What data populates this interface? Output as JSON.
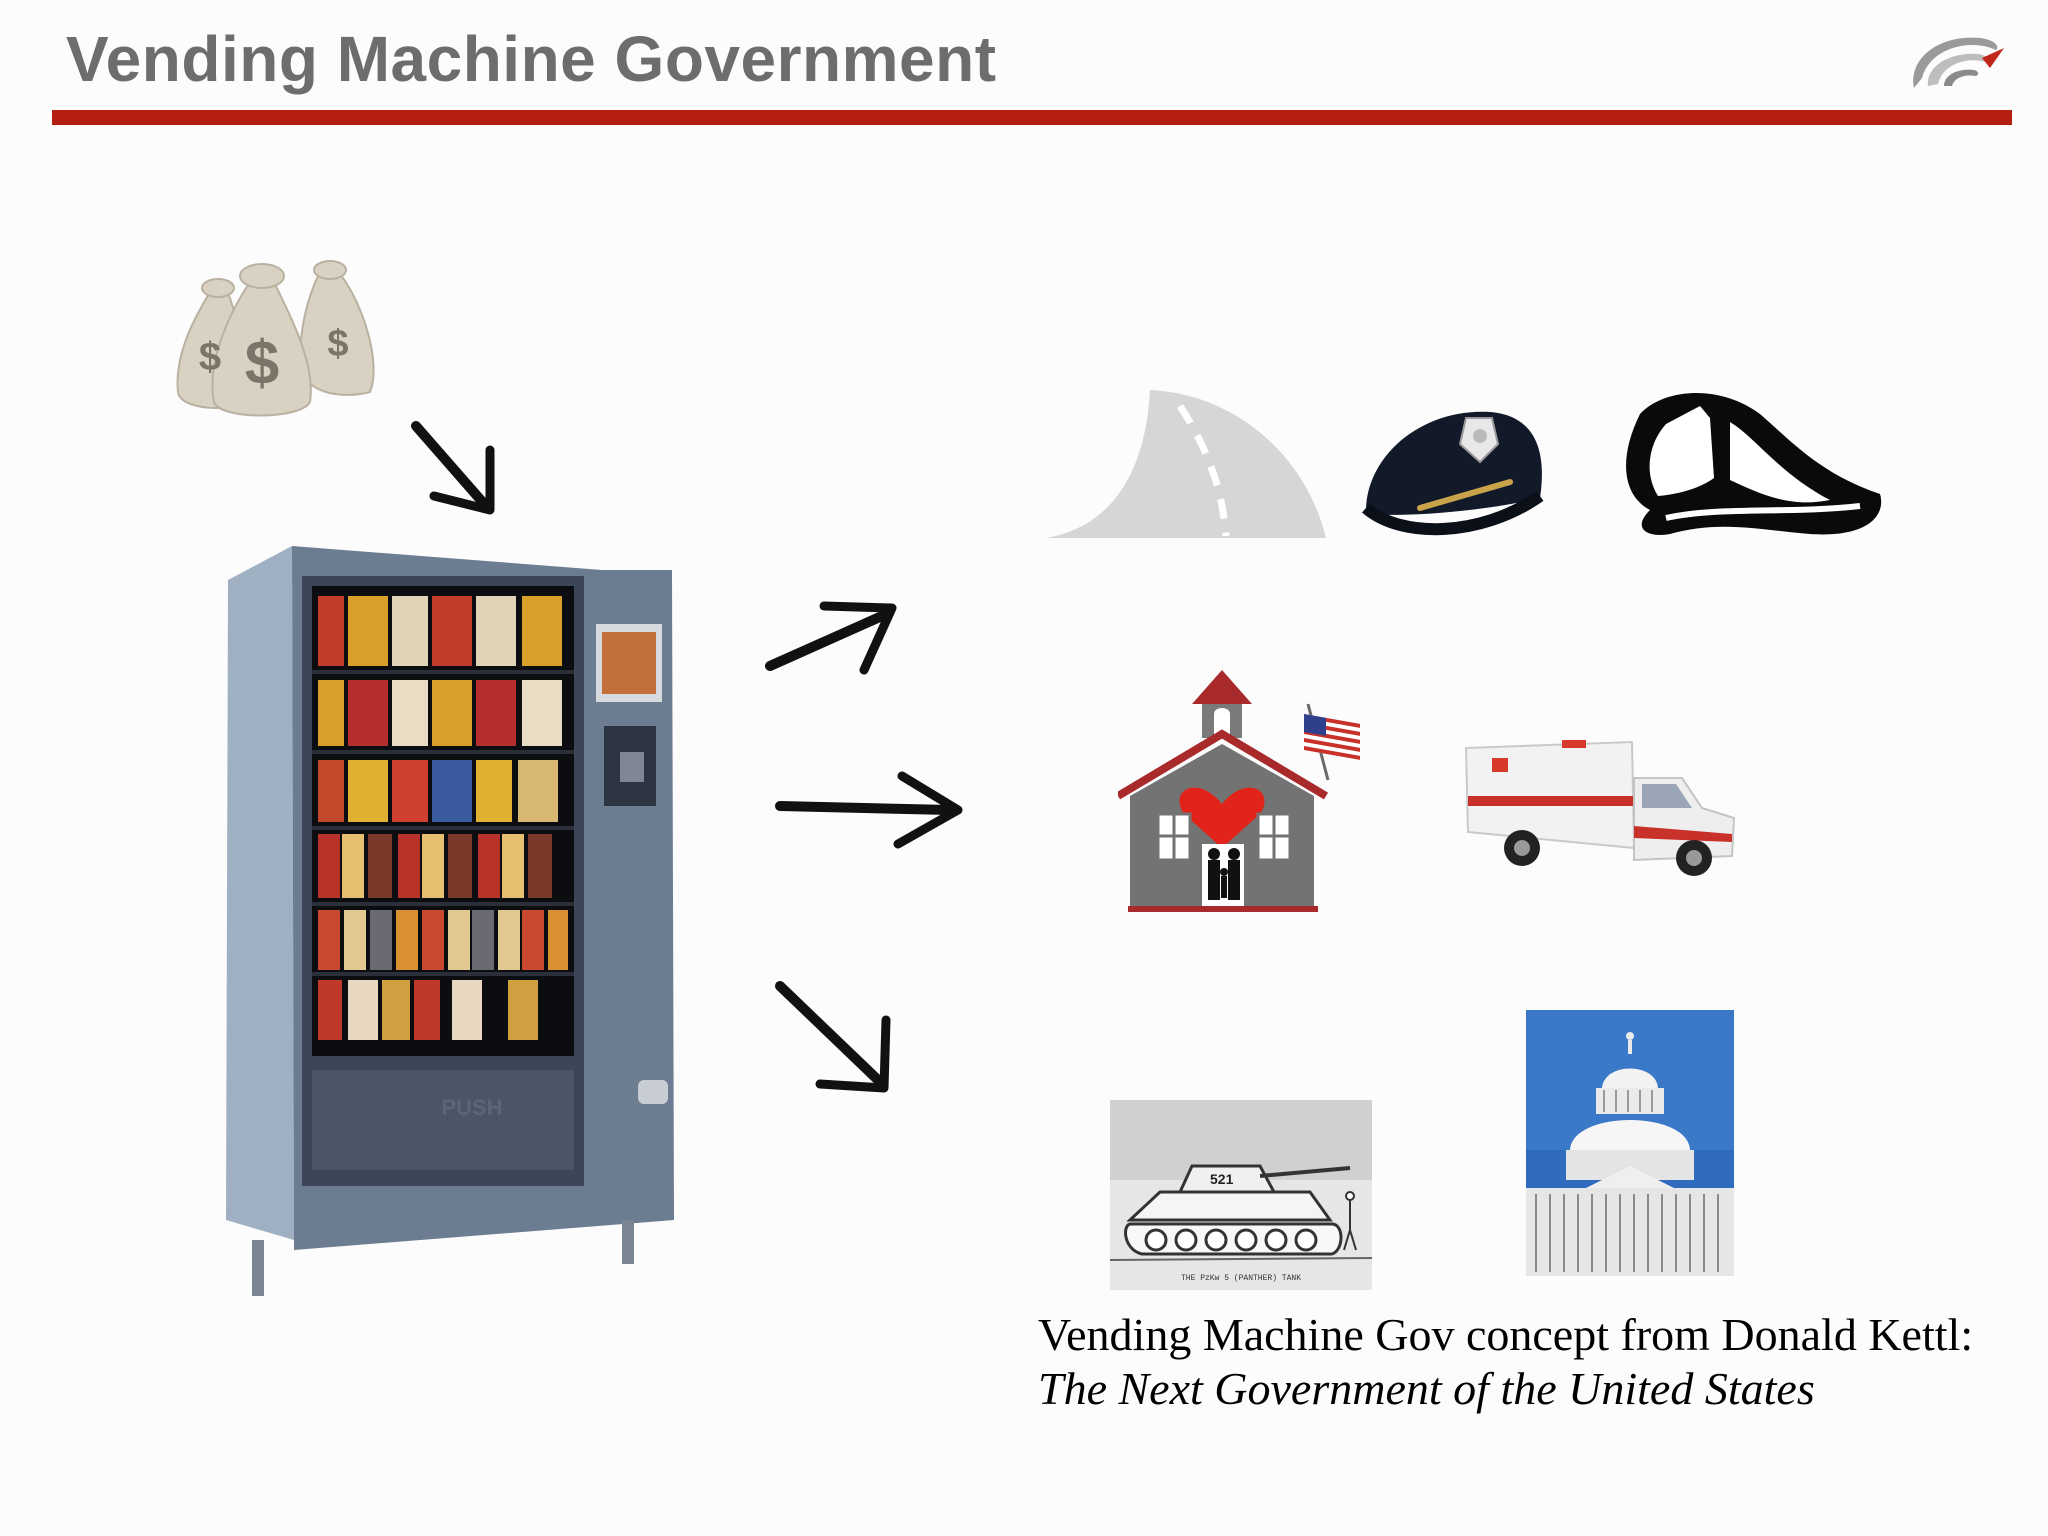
{
  "slide": {
    "title": "Vending Machine Government",
    "accent_color": "#b51f12",
    "title_color": "#6d6d6d"
  },
  "icons": {
    "logo": "swoosh-logo",
    "money": "money-bags-icon",
    "vending": "vending-machine-image",
    "road": "road-icon",
    "police": "police-cap-icon",
    "fire": "firefighter-helmet-icon",
    "school": "schoolhouse-icon",
    "ambulance": "ambulance-icon",
    "tank": "tank-drawing-image",
    "capitol": "capitol-building-image"
  },
  "images": {
    "tank_number": "521",
    "tank_caption": "THE PzKw 5 (PANTHER) TANK",
    "vending_push_label": "PUSH"
  },
  "caption": {
    "line1": "Vending Machine Gov concept from Donald Kettl:",
    "line2": "The Next Government of the United States"
  }
}
